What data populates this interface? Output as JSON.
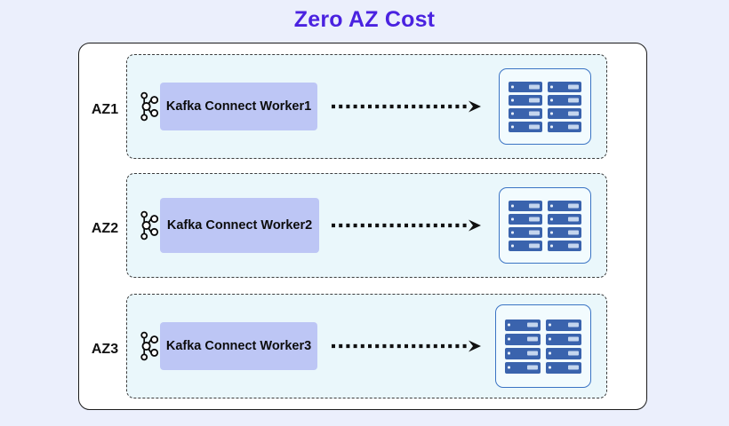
{
  "title": "Zero AZ Cost",
  "theme": {
    "page_background": "#ebeffc",
    "title_color": "#4a22e0",
    "panel_background": "#ffffff",
    "panel_border": "#1b1b1b",
    "az_box_background": "#eaf7fb",
    "az_box_border": "#3c3c3c",
    "worker_box_background": "#bdc6f5",
    "worker_text_color": "#0d0d0d",
    "rack_border": "#3b74c4",
    "server_unit_color": "#3a63ad",
    "arrow_color": "#111111"
  },
  "zones": [
    {
      "label": "AZ1",
      "worker_label": "Kafka Connect Worker1",
      "icon": "kafka-icon",
      "arrow": "dotted-arrow-right",
      "storage": "server-rack-icon",
      "server_count": 8
    },
    {
      "label": "AZ2",
      "worker_label": "Kafka Connect Worker2",
      "icon": "kafka-icon",
      "arrow": "dotted-arrow-right",
      "storage": "server-rack-icon",
      "server_count": 8
    },
    {
      "label": "AZ3",
      "worker_label": "Kafka Connect Worker3",
      "icon": "kafka-icon",
      "arrow": "dotted-arrow-right",
      "storage": "server-rack-icon",
      "server_count": 8
    }
  ]
}
